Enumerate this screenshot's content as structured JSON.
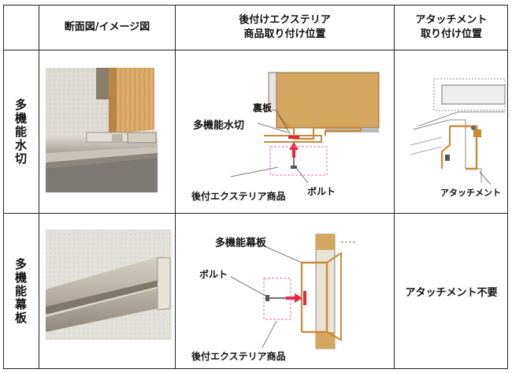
{
  "headers": {
    "section": "断面図/イメージ図",
    "exterior_line1": "後付けエクステリア",
    "exterior_line2": "商品取り付け位置",
    "attachment_line1": "アタッチメント",
    "attachment_line2": "取り付け位置"
  },
  "rows": [
    {
      "label": "多機能水切",
      "callouts": {
        "product": "多機能水切",
        "backplate": "裏板",
        "bolt": "ボルト",
        "exterior": "後付エクステリア商品",
        "attachment": "アタッチメント"
      }
    },
    {
      "label": "多機能幕板",
      "callouts": {
        "product": "多機能幕板",
        "bolt": "ボルト",
        "exterior": "後付エクステリア商品"
      },
      "attachment_note": "アタッチメント不要"
    }
  ],
  "colors": {
    "border": "#222222",
    "profile": "#c98a3a",
    "bolt_red": "#e6283c",
    "dashed_pink": "#e889c4",
    "wall": "#d9d6cc",
    "wood": "#d9a866"
  }
}
